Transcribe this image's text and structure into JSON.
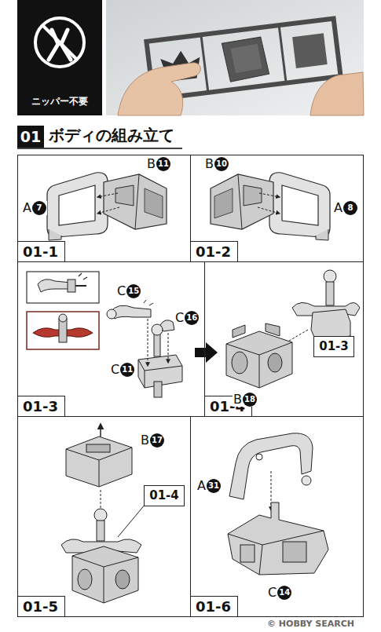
{
  "diagram": {
    "title": "ボディの組み立て",
    "nodes": [
      {
        "text": [
          "ニッパー不要"
        ]
      },
      {
        "text": [
          "01"
        ]
      },
      {
        "text": [
          "01-1"
        ]
      },
      {
        "text": [
          "01-2"
        ]
      },
      {
        "text": [
          "01-3"
        ]
      },
      {
        "text": [
          "01-4"
        ]
      },
      {
        "text": [
          "01-3"
        ],
        "in": 5
      },
      {
        "text": [
          "01-5"
        ]
      },
      {
        "text": [
          "01-4"
        ],
        "in": 7
      },
      {
        "text": [
          "01-6"
        ]
      }
    ],
    "labels": [
      "B11",
      "A7",
      "B10",
      "A8",
      "C15",
      "C16",
      "C11",
      "B18",
      "B17",
      "A31",
      "C14",
      "© HOBBY SEARCH"
    ]
  }
}
